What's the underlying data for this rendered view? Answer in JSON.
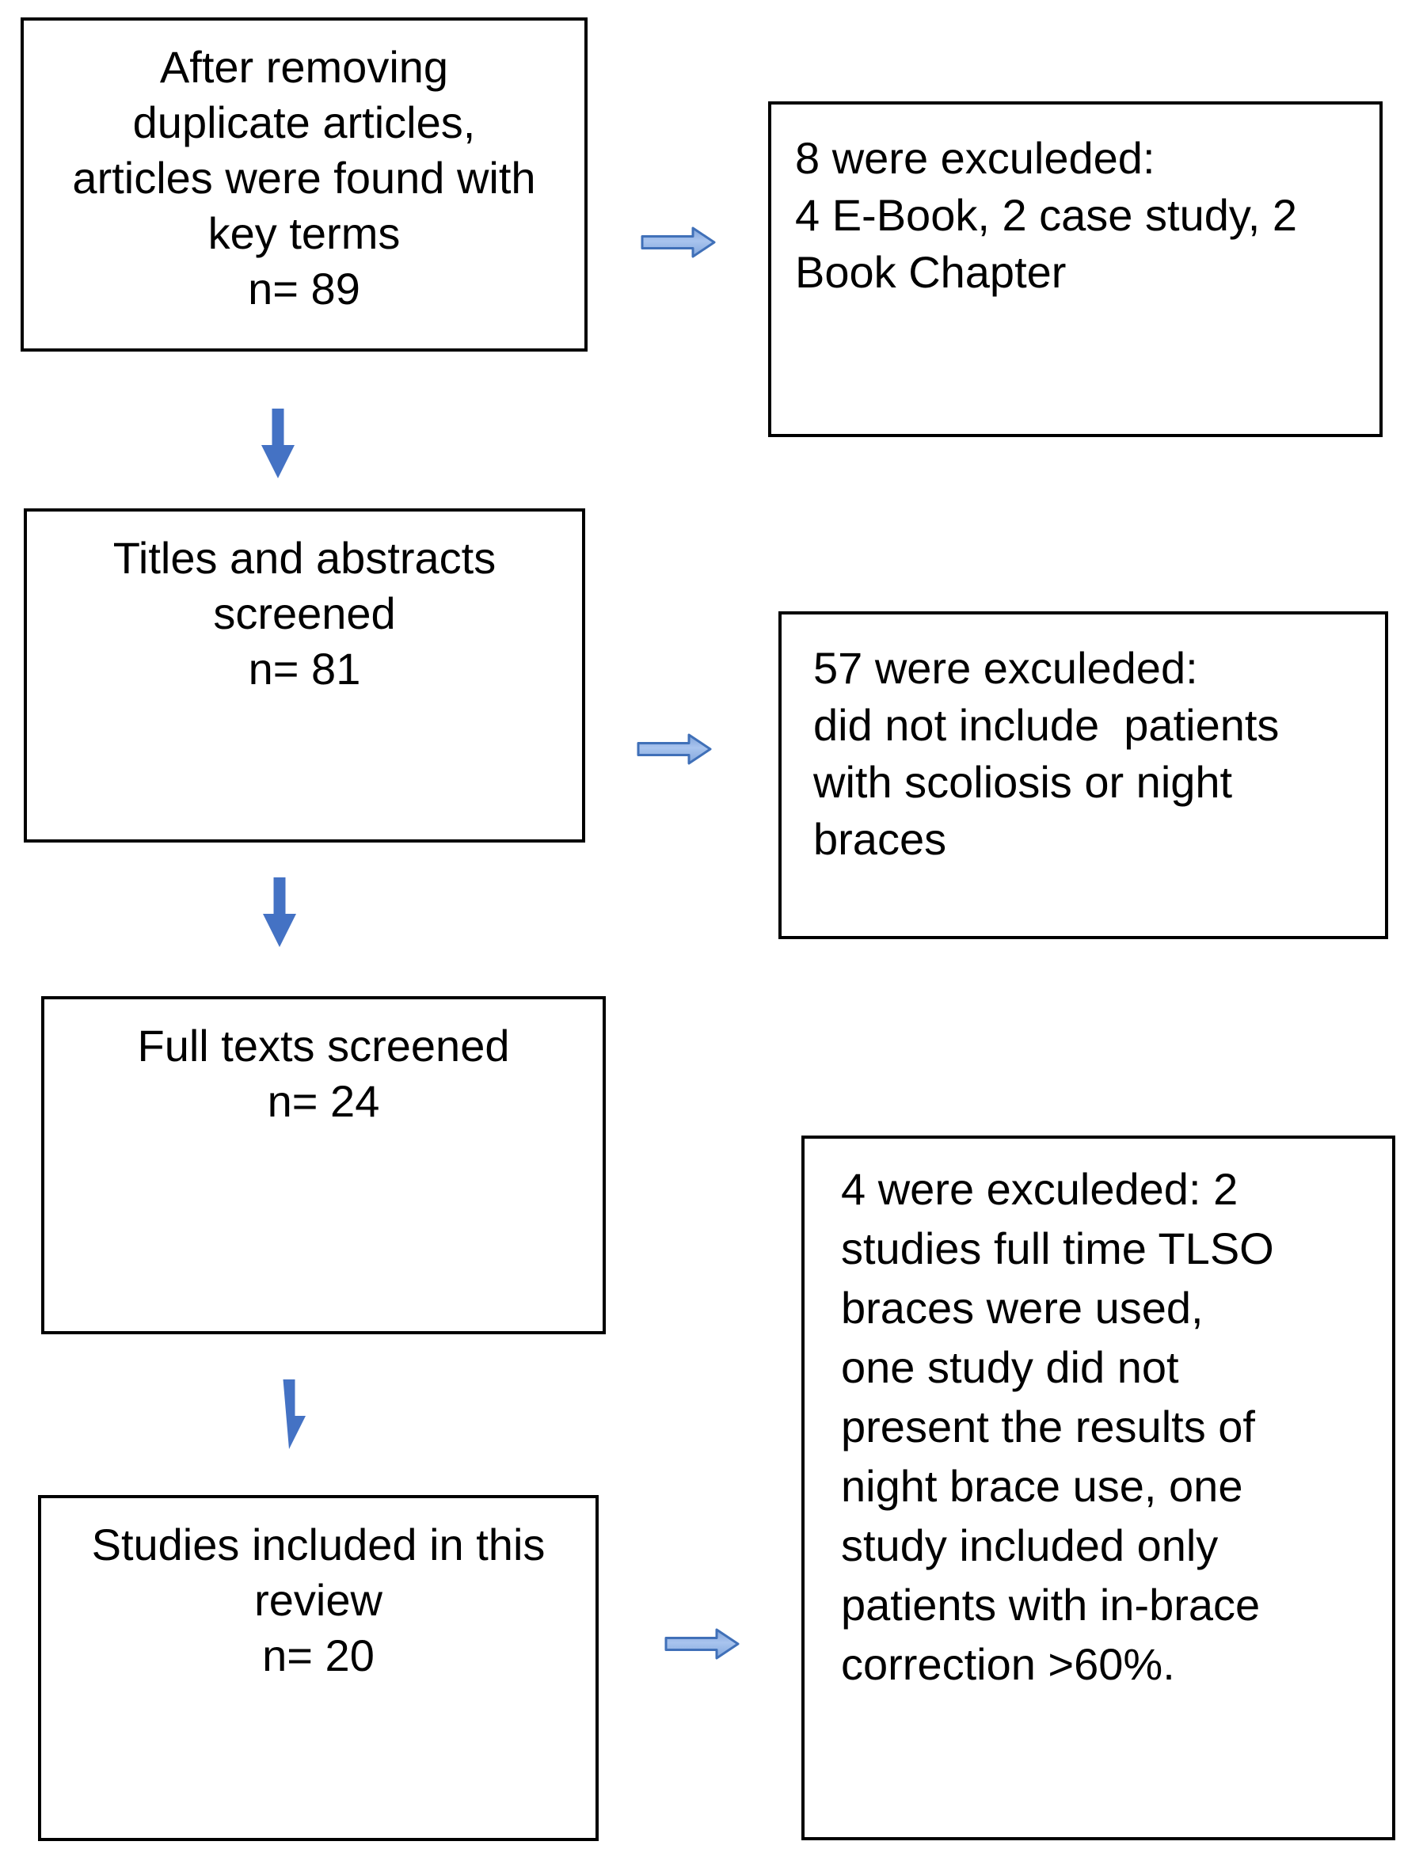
{
  "diagram": {
    "type": "flowchart",
    "description": "Study selection flow diagram for a systematic review of night braces for scoliosis",
    "colors": {
      "background": "#ffffff",
      "box_border": "#000000",
      "text": "#000000",
      "down_arrow_fill": "#4472c4",
      "right_arrow_fill_light": "#a9c4ee",
      "right_arrow_fill_mid": "#7fa3d9",
      "right_arrow_outline": "#4070b8"
    },
    "left_boxes": [
      {
        "id": "search",
        "text": "After removing\nduplicate articles,\narticles were found with\nkey terms\nn= 89",
        "n": 89
      },
      {
        "id": "screened",
        "text": "Titles and abstracts\nscreened\nn= 81",
        "n": 81
      },
      {
        "id": "fulltext",
        "text": "Full texts screened\nn= 24",
        "n": 24
      },
      {
        "id": "included",
        "text": "Studies included in this\nreview\nn= 20",
        "n": 20
      }
    ],
    "right_boxes": [
      {
        "id": "excluded-1",
        "text": "8 were exculeded:\n4 E-Book, 2 case study, 2\nBook Chapter",
        "n": 8
      },
      {
        "id": "excluded-2",
        "text": "57 were exculeded:\ndid not include  patients\nwith scoliosis or night\nbraces",
        "n": 57
      },
      {
        "id": "excluded-3",
        "text": "4 were exculeded: 2\nstudies full time TLSO\nbraces were used,\none study did not\npresent the results of\nnight brace use, one\nstudy included only\npatients with in-brace\ncorrection >60%.",
        "n": 4
      }
    ],
    "arrows": {
      "down": [
        "search to screened",
        "screened to fulltext",
        "fulltext to included"
      ],
      "right": [
        "search to excluded-1",
        "screened to excluded-2",
        "included to excluded-3"
      ]
    }
  }
}
